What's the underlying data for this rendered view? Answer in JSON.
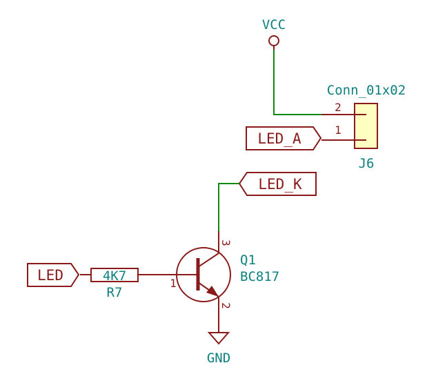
{
  "power": {
    "vcc_label": "VCC",
    "gnd_label": "GND"
  },
  "connector": {
    "value": "Conn_01x02",
    "reference": "J6",
    "pin2": "2",
    "pin1": "1"
  },
  "labels": {
    "led_a": "LED_A",
    "led_k": "LED_K",
    "led": "LED"
  },
  "resistor": {
    "value": "4K7",
    "reference": "R7"
  },
  "transistor": {
    "reference": "Q1",
    "value": "BC817",
    "pin_base": "1",
    "pin_emitter": "2",
    "pin_collector": "3"
  },
  "colors": {
    "wire": "#118a11",
    "component": "#8a1a1a",
    "text": "#0e8080",
    "connector_fill": "#ffffc2"
  }
}
